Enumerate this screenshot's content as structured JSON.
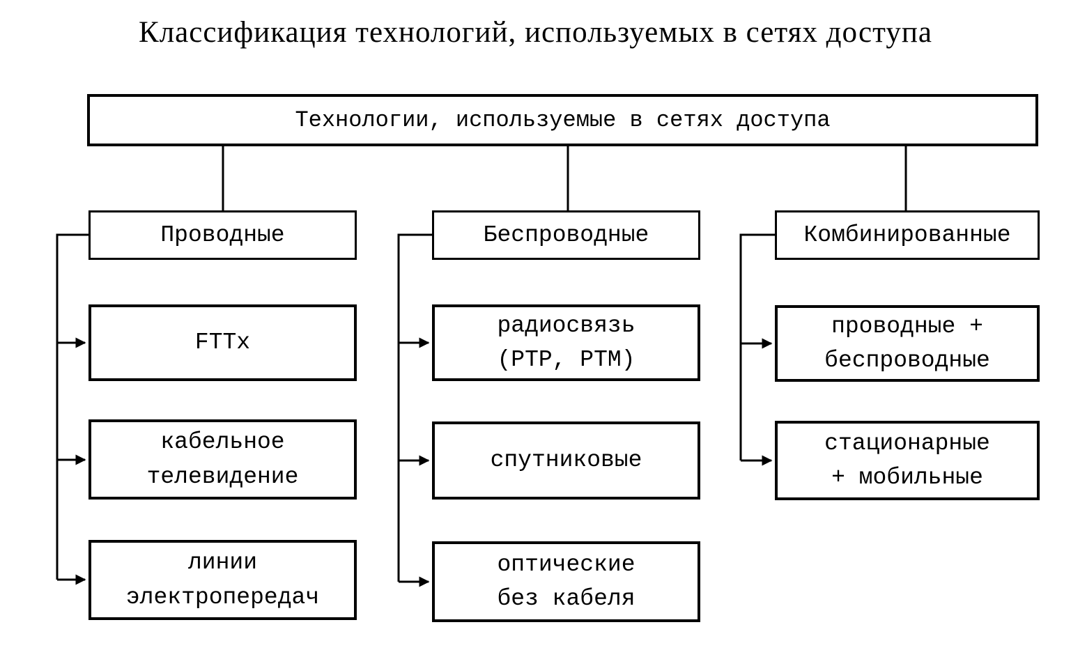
{
  "title": "Классификация технологий, используемых в сетях доступа",
  "root": {
    "label": "Технологии, используемые в сетях доступа"
  },
  "columns": [
    {
      "category": "Проводные",
      "children": [
        "FTTx",
        "кабельное\nтелевидение",
        "линии\nэлектропередач"
      ]
    },
    {
      "category": "Беспроводные",
      "children": [
        "радиосвязь\n(PTP, PTM)",
        "спутниковые",
        "оптические\nбез кабеля"
      ]
    },
    {
      "category": "Комбинированные",
      "children": [
        "проводные +\nбеспроводные",
        "стационарные\n+ мобильные"
      ]
    }
  ],
  "colors": {
    "line": "#000000",
    "background": "#ffffff",
    "text": "#000000"
  }
}
